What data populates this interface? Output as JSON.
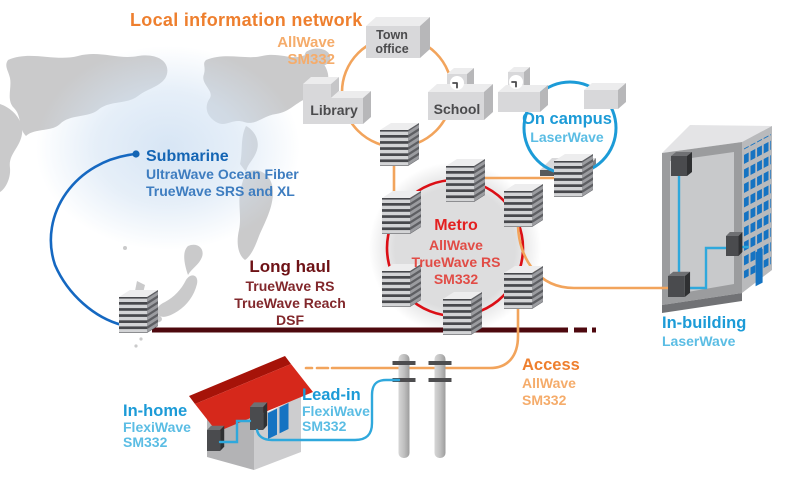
{
  "colors": {
    "orange_bold": "#EE7F2E",
    "orange_sub": "#F5AC6B",
    "orange_line": "#F2A45C",
    "blue_bold": "#1465B4",
    "blue_sub": "#3E7DC0",
    "blue_line": "#1568C1",
    "cyan_bold": "#1C9BD7",
    "cyan_sub": "#5BBDE4",
    "cyan_line": "#2FA8DC",
    "red_bold": "#E32020",
    "red_sub": "#E14C46",
    "red_ring": "#DB0F16",
    "maroon_bold": "#6E1216",
    "maroon_sub": "#82282C",
    "maroon_line": "#4E080E",
    "map_gray": "#CACACB",
    "glow_blue": "#D5E4F4",
    "window_blue": "#1573C2",
    "roof_red": "#D6281B",
    "building_text": "#4B4B4D"
  },
  "segments": {
    "local_network": {
      "title": "Local information network",
      "product1": "AllWave",
      "product2": "SM332"
    },
    "submarine": {
      "title": "Submarine",
      "product1": "UltraWave Ocean Fiber",
      "product2": "TrueWave SRS and XL"
    },
    "long_haul": {
      "title": "Long haul",
      "product1": "TrueWave RS",
      "product2": "TrueWave Reach",
      "product3": "DSF"
    },
    "metro": {
      "title": "Metro",
      "product1": "AllWave",
      "product2": "TrueWave RS",
      "product3": "SM332"
    },
    "on_campus": {
      "title": "On campus",
      "product1": "LaserWave"
    },
    "in_building": {
      "title": "In-building",
      "product1": "LaserWave"
    },
    "access": {
      "title": "Access",
      "product1": "AllWave",
      "product2": "SM332"
    },
    "lead_in": {
      "title": "Lead-in",
      "product1": "FlexiWave",
      "product2": "SM332"
    },
    "in_home": {
      "title": "In-home",
      "product1": "FlexiWave",
      "product2": "SM332"
    }
  },
  "nodes": {
    "town_office_line1": "Town",
    "town_office_line2": "office",
    "library": "Library",
    "school": "School"
  }
}
